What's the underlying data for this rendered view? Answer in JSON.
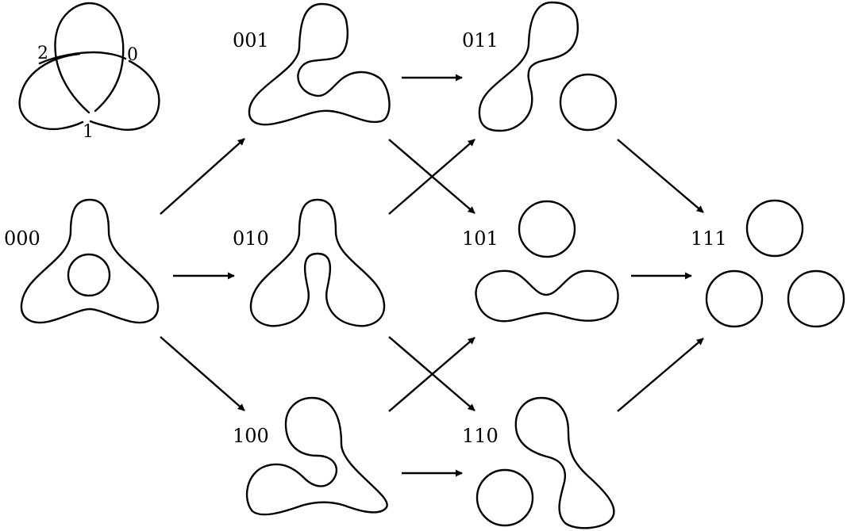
{
  "knot": {
    "crossing_labels": [
      "2",
      "0",
      "1"
    ]
  },
  "states": [
    {
      "id": "000",
      "label": "000"
    },
    {
      "id": "001",
      "label": "001"
    },
    {
      "id": "010",
      "label": "010"
    },
    {
      "id": "100",
      "label": "100"
    },
    {
      "id": "011",
      "label": "011"
    },
    {
      "id": "101",
      "label": "101"
    },
    {
      "id": "110",
      "label": "110"
    },
    {
      "id": "111",
      "label": "111"
    }
  ],
  "edges": [
    {
      "from": "000",
      "to": "001"
    },
    {
      "from": "000",
      "to": "010"
    },
    {
      "from": "000",
      "to": "100"
    },
    {
      "from": "001",
      "to": "011"
    },
    {
      "from": "001",
      "to": "101"
    },
    {
      "from": "010",
      "to": "011"
    },
    {
      "from": "010",
      "to": "110"
    },
    {
      "from": "100",
      "to": "101"
    },
    {
      "from": "100",
      "to": "110"
    },
    {
      "from": "011",
      "to": "111"
    },
    {
      "from": "101",
      "to": "111"
    },
    {
      "from": "110",
      "to": "111"
    }
  ],
  "colors": {
    "stroke": "#000000",
    "background": "#ffffff"
  }
}
